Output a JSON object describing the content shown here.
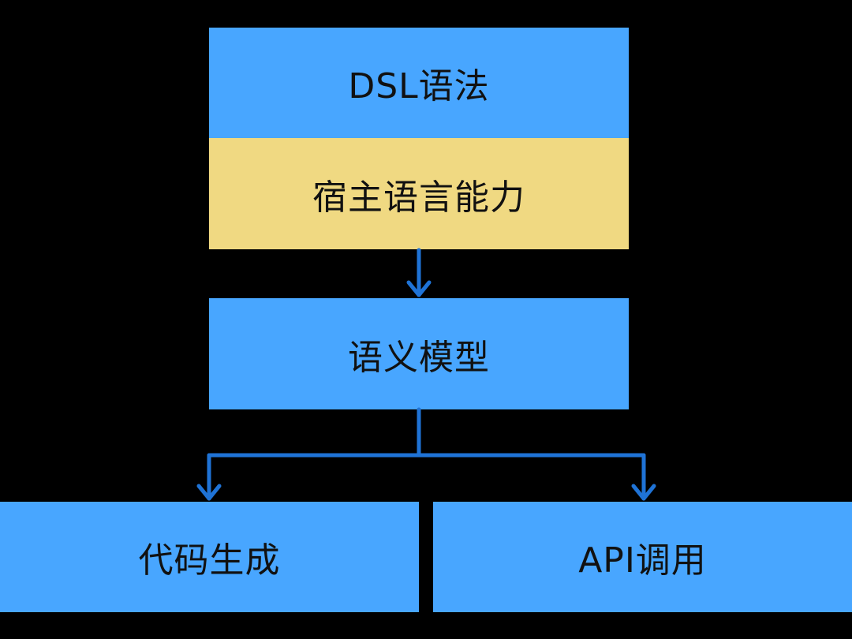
{
  "colors": {
    "background": "#000000",
    "box_blue": "#48a6ff",
    "box_yellow": "#f0d982",
    "arrow": "#1f73d6"
  },
  "boxes": {
    "dsl_syntax": "DSL语法",
    "host_language": "宿主语言能力",
    "semantic_model": "语义模型",
    "code_generation": "代码生成",
    "api_call": "API调用"
  }
}
